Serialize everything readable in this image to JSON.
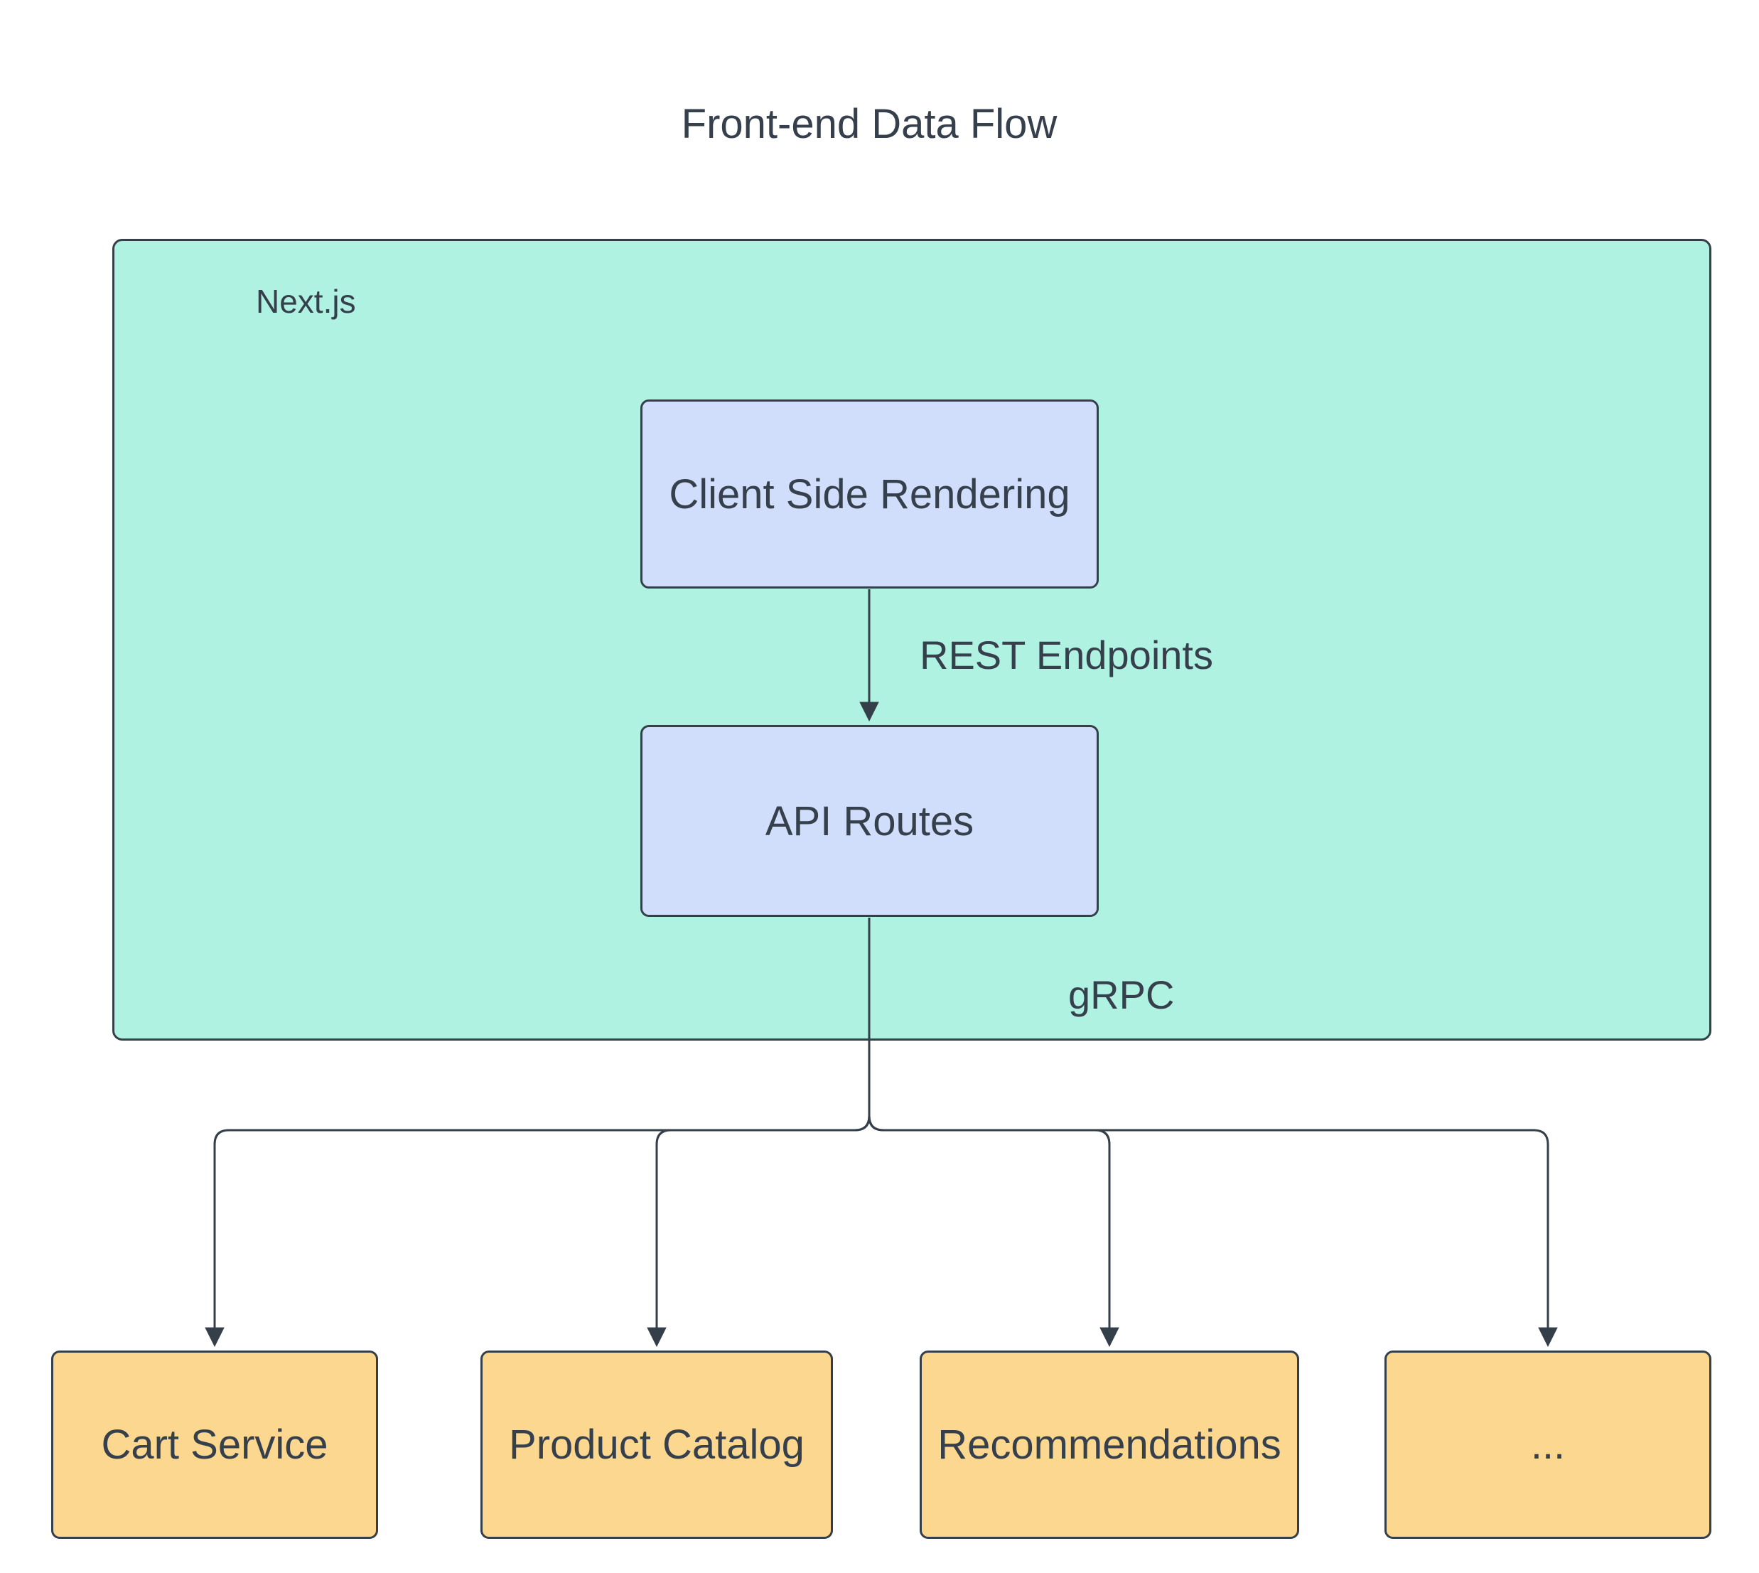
{
  "title": "Front-end Data Flow",
  "container": {
    "label": "Next.js"
  },
  "nodes": {
    "csr": "Client Side Rendering",
    "api": "API Routes",
    "cart": "Cart Service",
    "catalog": "Product Catalog",
    "recommendations": "Recommendations",
    "more": "..."
  },
  "edges": {
    "rest": "REST Endpoints",
    "grpc": "gRPC"
  },
  "colors": {
    "container_fill": "#b0f2e1",
    "node_fill": "#d1defb",
    "service_fill": "#fbd78f",
    "stroke": "#353f4a",
    "text": "#36404d",
    "canvas_bg": "#ffffff"
  }
}
